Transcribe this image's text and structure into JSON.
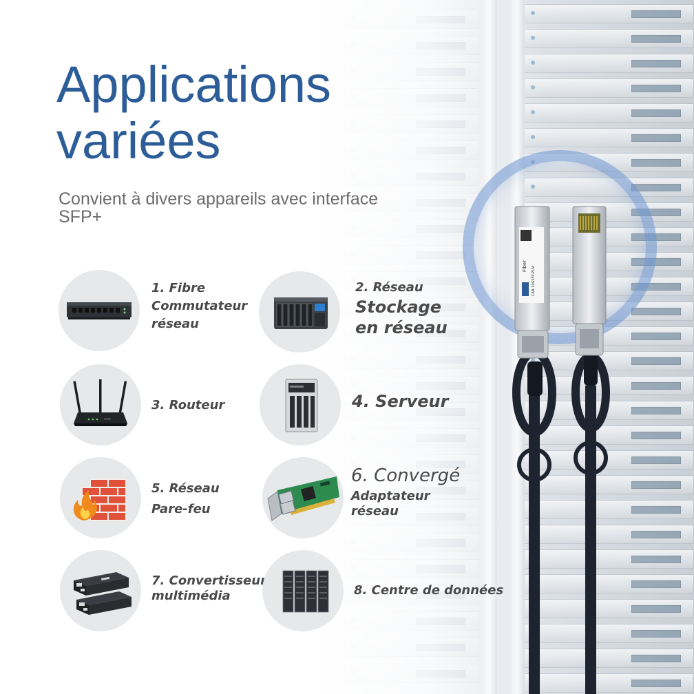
{
  "title": {
    "line1": "Applications",
    "line2": "variées"
  },
  "subtitle": "Convient à divers appareils avec interface SFP+",
  "colors": {
    "title": "#2d5d98",
    "text": "#4a4a4a",
    "subtitle": "#6c6c6c",
    "circle": "#e7e8ea",
    "glow": "#6e96d2"
  },
  "applications": [
    {
      "lines": [
        "1. Fibre",
        "Commutateur",
        "réseau"
      ],
      "icon": "network-switch-icon"
    },
    {
      "lines": [
        "2. Réseau",
        "Stockage",
        "en réseau"
      ],
      "icon": "nas-storage-icon"
    },
    {
      "lines": [
        "3. Routeur"
      ],
      "icon": "router-icon"
    },
    {
      "lines": [
        "4. Serveur"
      ],
      "icon": "server-tower-icon"
    },
    {
      "lines": [
        "5. Réseau",
        "Pare-feu"
      ],
      "icon": "firewall-icon"
    },
    {
      "lines": [
        "6. Convergé",
        "Adaptateur",
        "réseau"
      ],
      "icon": "network-adapter-card-icon"
    },
    {
      "lines": [
        "7. Convertisseur",
        "multimédia"
      ],
      "icon": "media-converter-icon"
    },
    {
      "lines": [
        "8. Centre de données"
      ],
      "icon": "data-center-racks-icon"
    }
  ],
  "product": {
    "icon": "sfp-plus-dac-cable-icon",
    "module_label": {
      "brand": "Fiber",
      "model": "CAB-10GSFP-P1M"
    }
  }
}
